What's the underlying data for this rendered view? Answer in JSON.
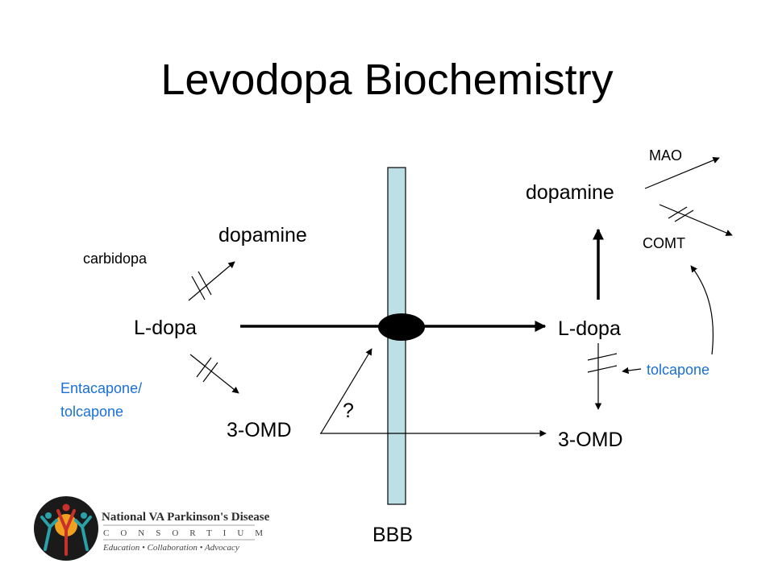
{
  "title": "Levodopa Biochemistry",
  "labels": {
    "dopamine_left": "dopamine",
    "dopamine_right": "dopamine",
    "carbidopa": "carbidopa",
    "ldopa_left": "L-dopa",
    "ldopa_right": "L-dopa",
    "entacapone": "Entacapone/",
    "tolcapone_left": "tolcapone",
    "omd_left": "3-OMD",
    "omd_right": "3-OMD",
    "question": "?",
    "bbb": "BBB",
    "mao": "MAO",
    "comt": "COMT",
    "tolcapone_right": "tolcapone"
  },
  "logo": {
    "line1": "National VA Parkinson's Disease",
    "line2": "CONSORTIUM",
    "line3": "Education • Collaboration • Advocacy"
  },
  "colors": {
    "barrier_fill": "#bde0e6",
    "blue_text": "#1b6fd6",
    "logo_orange": "#f0a020",
    "logo_teal": "#2aa0a8",
    "logo_red": "#c8302a"
  }
}
